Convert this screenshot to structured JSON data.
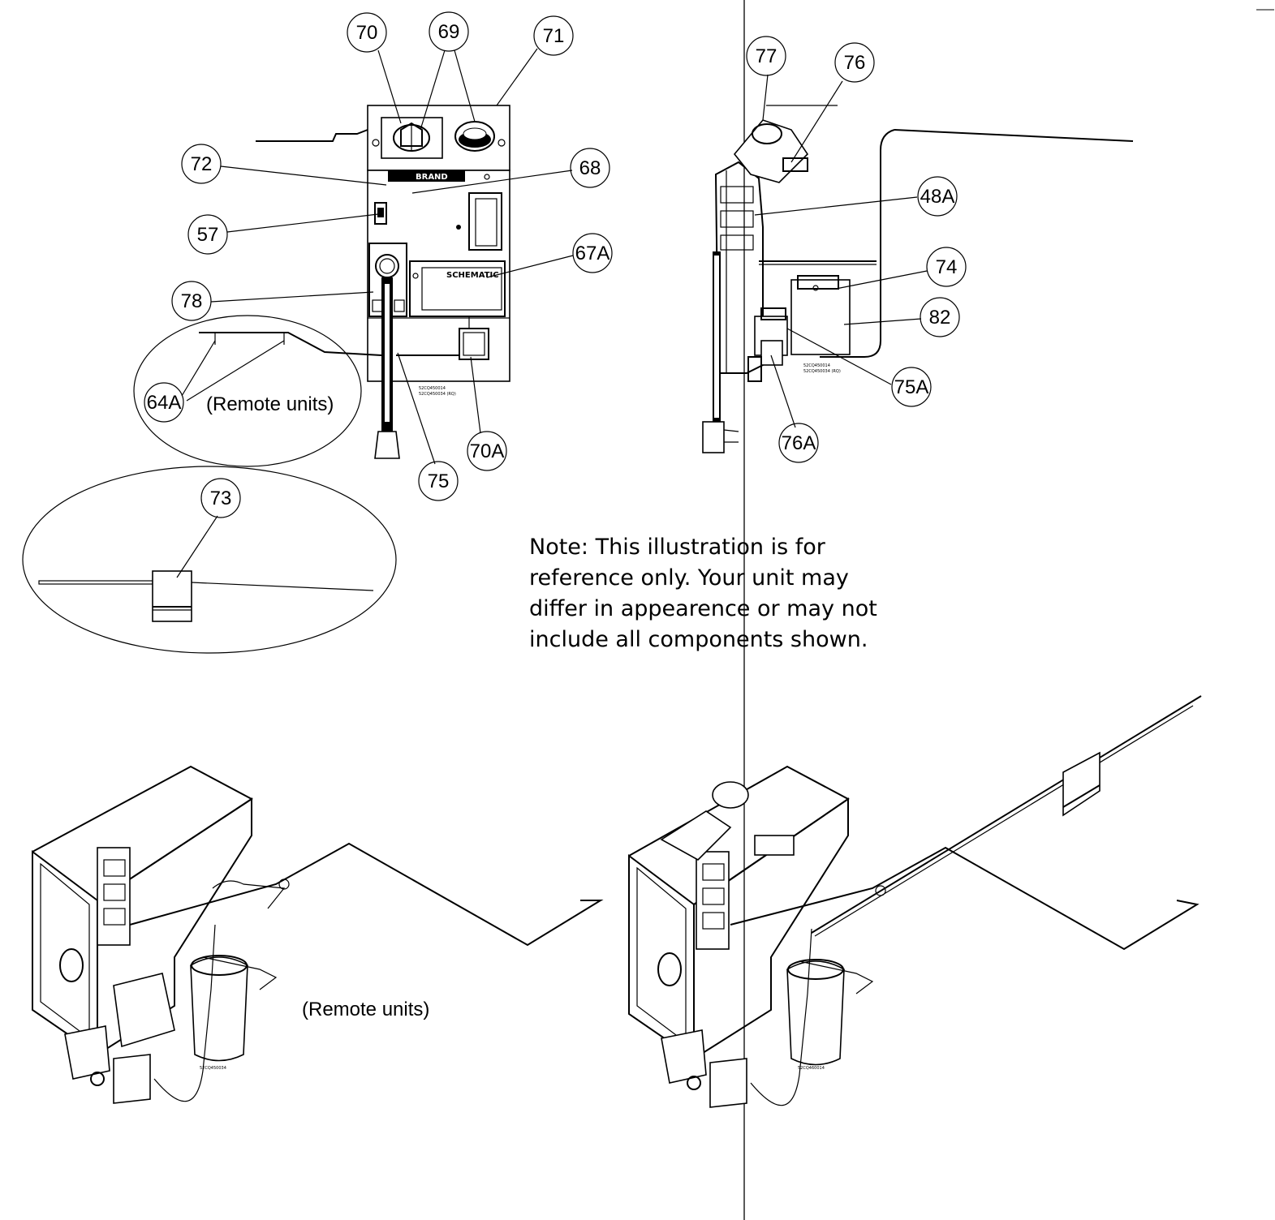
{
  "callouts": [
    {
      "id": "c70",
      "label": "70"
    },
    {
      "id": "c69",
      "label": "69"
    },
    {
      "id": "c71",
      "label": "71"
    },
    {
      "id": "c72",
      "label": "72"
    },
    {
      "id": "c68",
      "label": "68"
    },
    {
      "id": "c57",
      "label": "57"
    },
    {
      "id": "c67a",
      "label": "67A"
    },
    {
      "id": "c78",
      "label": "78"
    },
    {
      "id": "c64a",
      "label": "64A"
    },
    {
      "id": "c75",
      "label": "75"
    },
    {
      "id": "c70a",
      "label": "70A"
    },
    {
      "id": "c73",
      "label": "73"
    },
    {
      "id": "c77",
      "label": "77"
    },
    {
      "id": "c76",
      "label": "76"
    },
    {
      "id": "c48a",
      "label": "48A"
    },
    {
      "id": "c74",
      "label": "74"
    },
    {
      "id": "c82",
      "label": "82"
    },
    {
      "id": "c75a",
      "label": "75A"
    },
    {
      "id": "c76a",
      "label": "76A"
    }
  ],
  "remote_label_top": "(Remote units)",
  "remote_label_bottom": "(Remote units)",
  "schematic_label": "SCHEMATIC",
  "part_codes": {
    "front_1": "52CQ450014",
    "front_2": "52CQ450034 (RQ)",
    "side_1": "52CQ450014",
    "side_2": "52CQ450034 (RQ)",
    "iso_left": "52CQ450034",
    "iso_right": "52CQ460014"
  },
  "note": {
    "line1": "Note: This illustration is for",
    "line2": "reference only. Your unit may",
    "line3": "differ in appearence or may not",
    "line4": "include all components shown."
  }
}
